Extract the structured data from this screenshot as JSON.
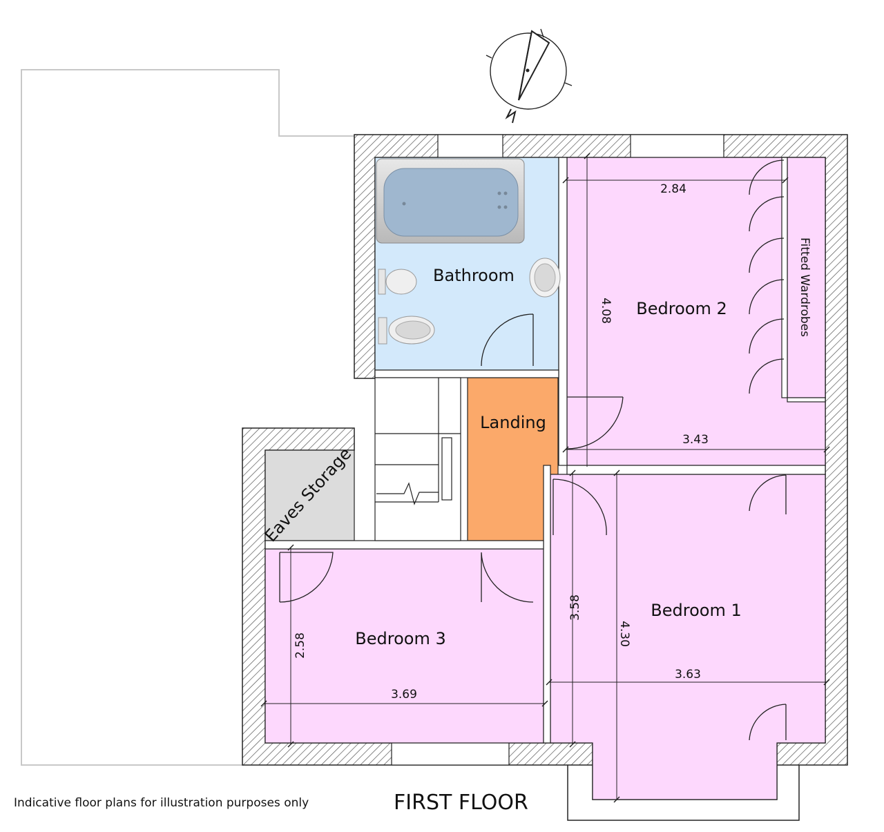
{
  "title": "FIRST FLOOR",
  "disclaimer": "Indicative floor plans for illustration purposes only",
  "rooms": {
    "bathroom": {
      "label": "Bathroom",
      "color": "#d3e9fb"
    },
    "bedroom2": {
      "label": "Bedroom 2",
      "color": "#fdd8fd"
    },
    "landing": {
      "label": "Landing",
      "color": "#fba96a"
    },
    "eaves": {
      "label": "Eaves Storage",
      "color": "#dcdcdc"
    },
    "bedroom3": {
      "label": "Bedroom 3",
      "color": "#fdd8fd"
    },
    "bedroom1": {
      "label": "Bedroom 1",
      "color": "#fdd8fd"
    },
    "wardrobes": {
      "label": "Fitted Wardrobes",
      "color": "#fdd8fd"
    }
  },
  "dimensions": {
    "bed2_width_top": "2.84",
    "bed2_height": "4.08",
    "bed2_width_bottom": "3.43",
    "bed1_height_a": "3.58",
    "bed1_height_b": "4.30",
    "bed1_width": "3.63",
    "bed3_height": "2.58",
    "bed3_width": "3.69"
  },
  "icons": {
    "compass": "north-arrow-icon",
    "bath": "bathtub-icon",
    "sink": "washbasin-icon",
    "bidet": "bidet-icon",
    "toilet": "toilet-icon",
    "stairs_break": "stair-break-icon"
  }
}
